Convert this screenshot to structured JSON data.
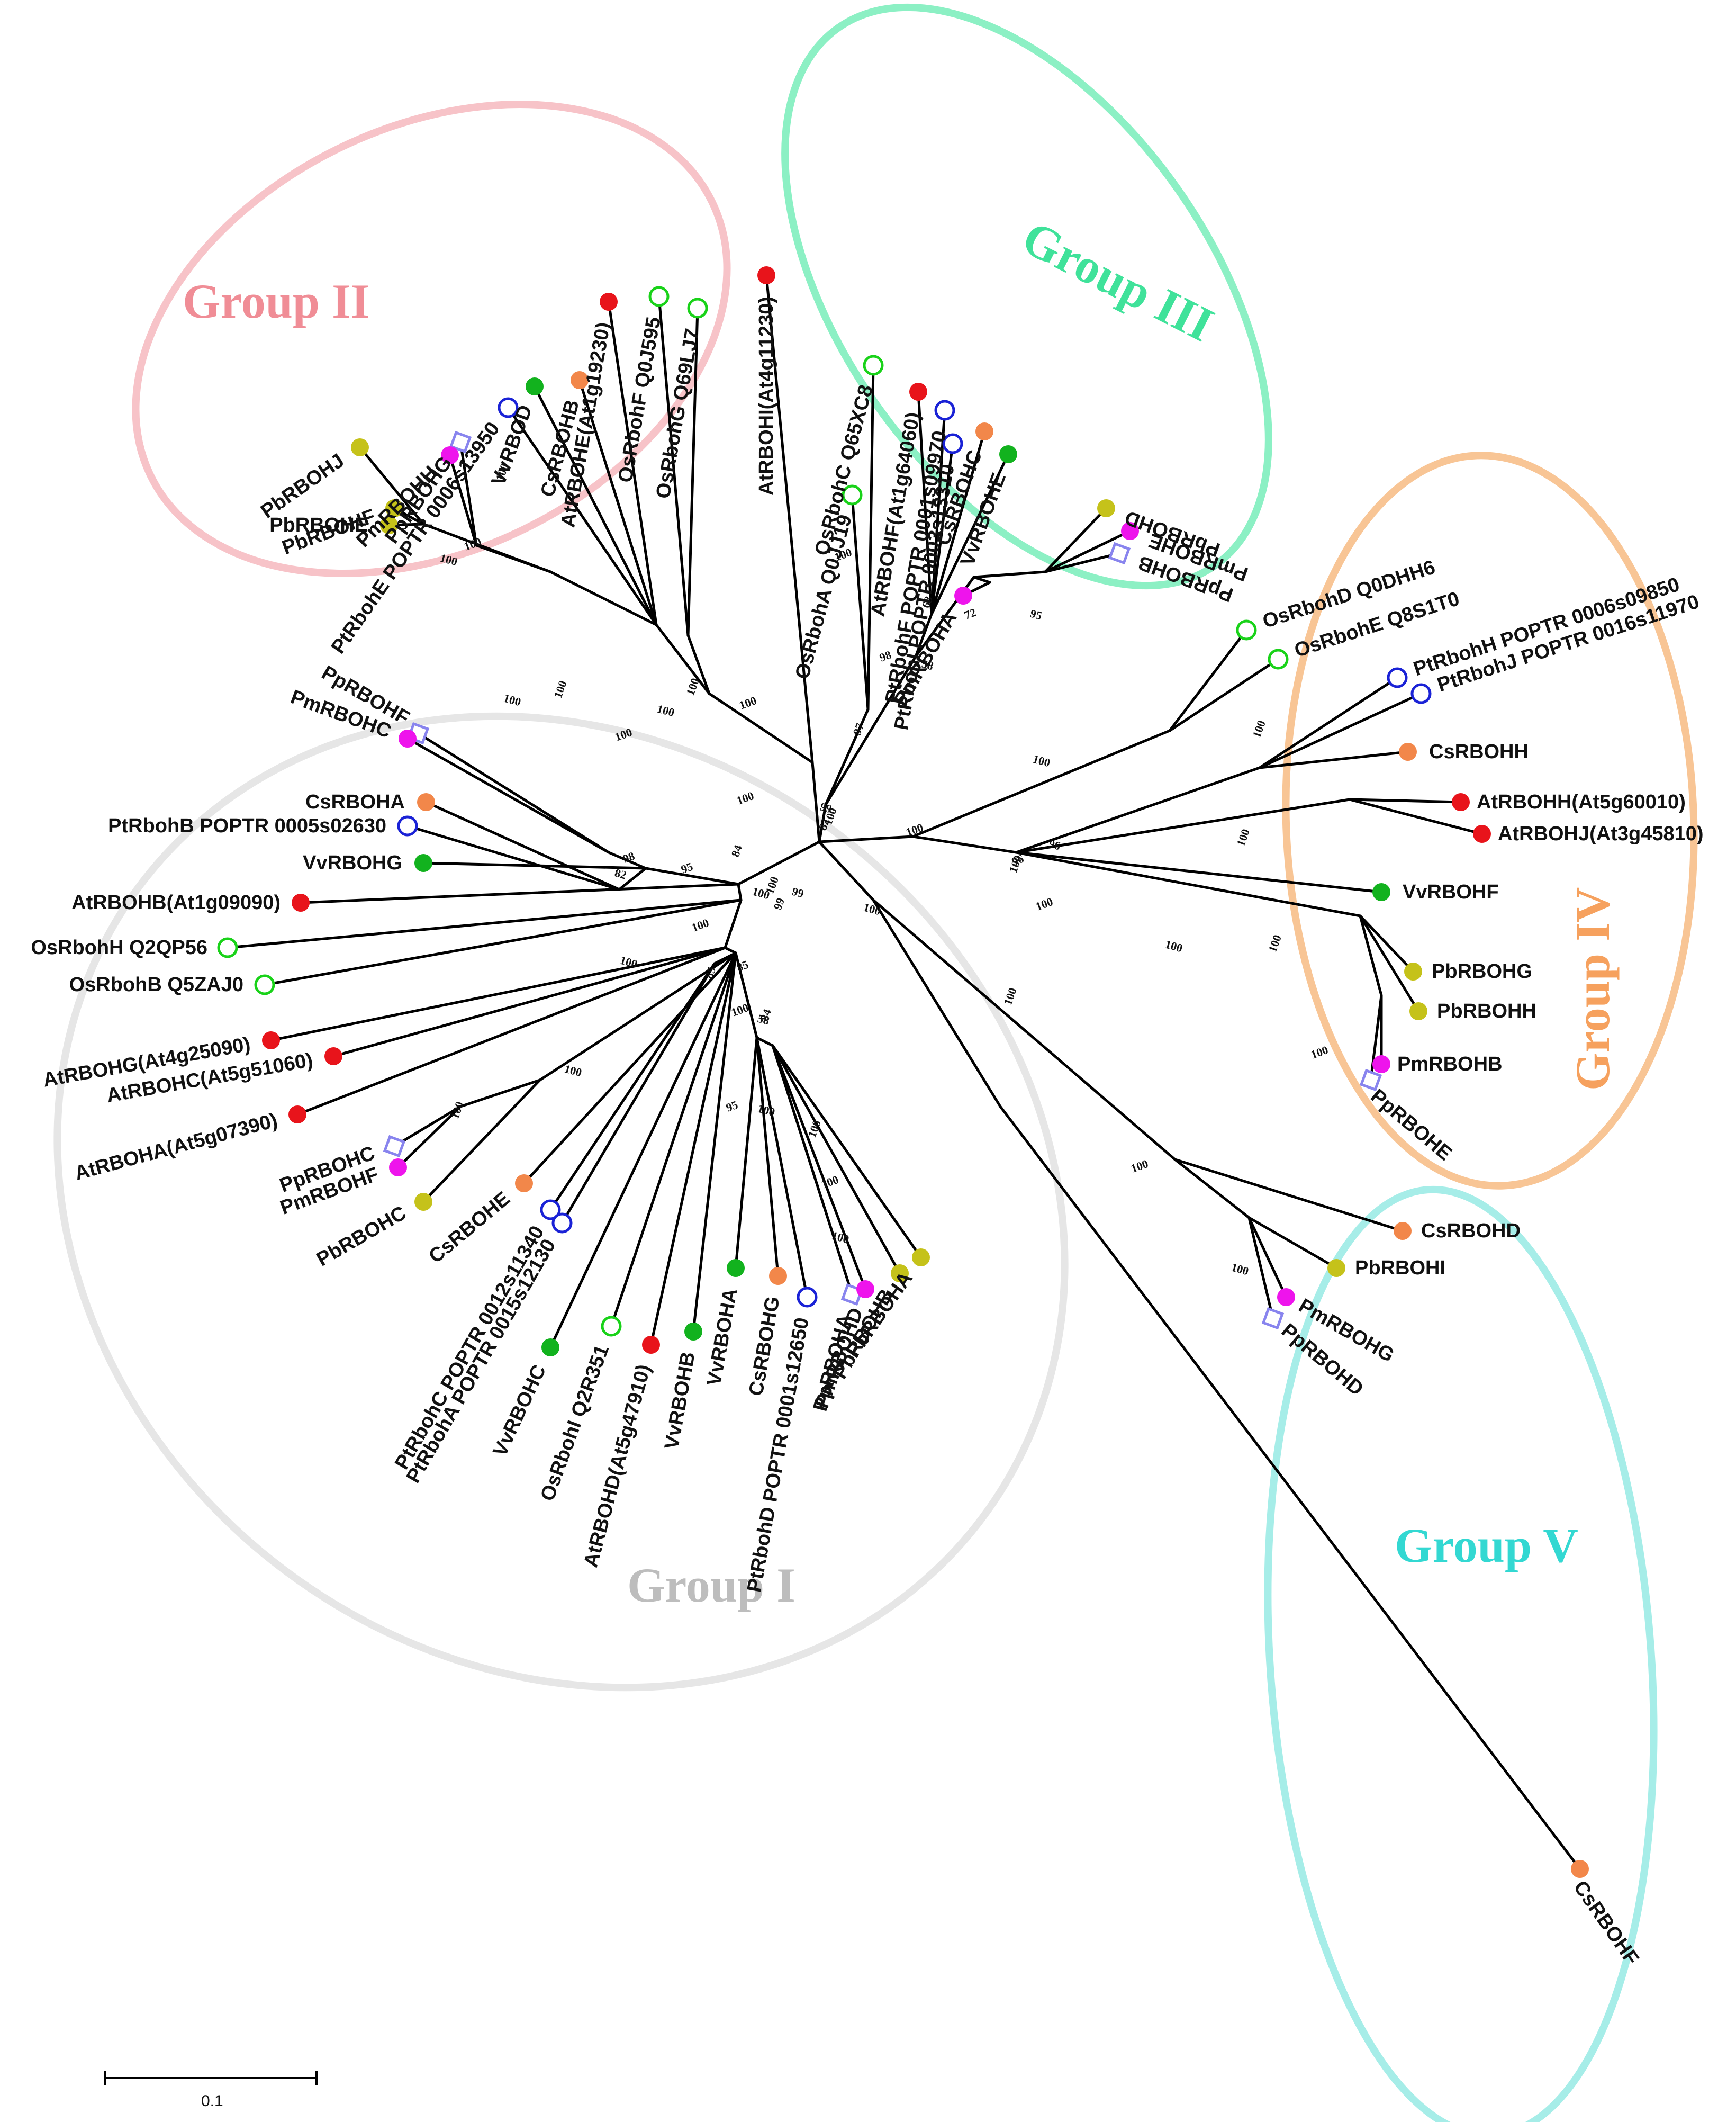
{
  "figure": {
    "scale_bar_label": "0.1"
  },
  "groups": [
    {
      "id": "I",
      "label": "Group I",
      "color": "#bdbdbd",
      "ellipse_color": "#e6e6e6"
    },
    {
      "id": "II",
      "label": "Group II",
      "color": "#f08d96",
      "ellipse_color": "#f7c3c8"
    },
    {
      "id": "III",
      "label": "Group III",
      "color": "#3fe29a",
      "ellipse_color": "#8cf0c4"
    },
    {
      "id": "IV",
      "label": "Group IV",
      "color": "#f6a15e",
      "ellipse_color": "#f8c595"
    },
    {
      "id": "V",
      "label": "Group V",
      "color": "#33d8d2",
      "ellipse_color": "#a6ede8"
    }
  ],
  "legend_markers": {
    "At": {
      "shape": "filled-circle",
      "color": "#e8141b"
    },
    "Os": {
      "shape": "open-circle",
      "color": "#19d219"
    },
    "Pt": {
      "shape": "open-circle",
      "color": "#1a22d6"
    },
    "Vv": {
      "shape": "filled-circle",
      "color": "#12b21e"
    },
    "Cs": {
      "shape": "filled-circle",
      "color": "#f2874a"
    },
    "Pb": {
      "shape": "filled-circle",
      "color": "#c5c21a"
    },
    "Pm": {
      "shape": "filled-circle",
      "color": "#ee14ec"
    },
    "Pp": {
      "shape": "open-square",
      "color": "#8884ee"
    }
  },
  "leaves": [
    {
      "label": "CsRBOHF",
      "species": "Cs",
      "group": "V"
    },
    {
      "label": "CsRBOHD",
      "species": "Cs",
      "group": "V"
    },
    {
      "label": "PbRBOHI",
      "species": "Pb",
      "group": "V"
    },
    {
      "label": "PmRBOHG",
      "species": "Pm",
      "group": "V"
    },
    {
      "label": "PpRBOHD",
      "species": "Pp",
      "group": "V"
    },
    {
      "label": "OsRbohD Q0DHH6",
      "species": "Os",
      "group": "IV"
    },
    {
      "label": "OsRbohE Q8S1T0",
      "species": "Os",
      "group": "IV"
    },
    {
      "label": "PtRbohH POPTR 0006s09850",
      "species": "Pt",
      "group": "IV"
    },
    {
      "label": "PtRbohJ POPTR 0016s11970",
      "species": "Pt",
      "group": "IV"
    },
    {
      "label": "CsRBOHH",
      "species": "Cs",
      "group": "IV"
    },
    {
      "label": "AtRBOHH(At5g60010)",
      "species": "At",
      "group": "IV"
    },
    {
      "label": "AtRBOHJ(At3g45810)",
      "species": "At",
      "group": "IV"
    },
    {
      "label": "VvRBOHF",
      "species": "Vv",
      "group": "IV"
    },
    {
      "label": "PbRBOHG",
      "species": "Pb",
      "group": "IV"
    },
    {
      "label": "PbRBOHH",
      "species": "Pb",
      "group": "IV"
    },
    {
      "label": "PmRBOHB",
      "species": "Pm",
      "group": "IV"
    },
    {
      "label": "PpRBOHE",
      "species": "Pp",
      "group": "IV"
    },
    {
      "label": "AtRBOHI(At4g11230)",
      "species": "At",
      "group": "III"
    },
    {
      "label": "OsRbohA Q0JJ19",
      "species": "Os",
      "group": "III"
    },
    {
      "label": "OsRbohC Q65XC8",
      "species": "Os",
      "group": "III"
    },
    {
      "label": "AtRBOHF(At1g64060)",
      "species": "At",
      "group": "III"
    },
    {
      "label": "PtRbohF POPTR 0001s09970",
      "species": "Pt",
      "group": "III"
    },
    {
      "label": "PtRbohI POPTR 0003s13310",
      "species": "Pt",
      "group": "III"
    },
    {
      "label": "CsRBOHC",
      "species": "Cs",
      "group": "III"
    },
    {
      "label": "VvRBOHE",
      "species": "Vv",
      "group": "III"
    },
    {
      "label": "PbRBOHD",
      "species": "Pb",
      "group": "III"
    },
    {
      "label": "PmRBOHE",
      "species": "Pm",
      "group": "III"
    },
    {
      "label": "PpRBOHB",
      "species": "Pp",
      "group": "III"
    },
    {
      "label": "PmRBOHA",
      "species": "Pm",
      "group": "III"
    },
    {
      "label": "OsRbohG Q69LJ7",
      "species": "Os",
      "group": "II"
    },
    {
      "label": "OsRbohF Q0J595",
      "species": "Os",
      "group": "II"
    },
    {
      "label": "AtRBOHE(At1g19230)",
      "species": "At",
      "group": "II"
    },
    {
      "label": "CsRBOHB",
      "species": "Cs",
      "group": "II"
    },
    {
      "label": "VvRBOD",
      "species": "Vv",
      "group": "II"
    },
    {
      "label": "PtRbohE POPTR 0006s13950",
      "species": "Pt",
      "group": "II"
    },
    {
      "label": "PpRBOHG",
      "species": "Pp",
      "group": "II"
    },
    {
      "label": "PmRBOHH",
      "species": "Pm",
      "group": "II"
    },
    {
      "label": "PbRBOHJ",
      "species": "Pb",
      "group": "II"
    },
    {
      "label": "PbRBOHF",
      "species": "Pb",
      "group": "II"
    },
    {
      "label": "PbRBOHE",
      "species": "Pb",
      "group": "II"
    },
    {
      "label": "PpRBOHF",
      "species": "Pp",
      "group": "I"
    },
    {
      "label": "PmRBOHC",
      "species": "Pm",
      "group": "I"
    },
    {
      "label": "CsRBOHA",
      "species": "Cs",
      "group": "I"
    },
    {
      "label": "PtRbohB POPTR 0005s02630",
      "species": "Pt",
      "group": "I"
    },
    {
      "label": "VvRBOHG",
      "species": "Vv",
      "group": "I"
    },
    {
      "label": "AtRBOHB(At1g09090)",
      "species": "At",
      "group": "I"
    },
    {
      "label": "OsRbohH Q2QP56",
      "species": "Os",
      "group": "I"
    },
    {
      "label": "OsRbohB Q5ZAJ0",
      "species": "Os",
      "group": "I"
    },
    {
      "label": "AtRBOHG(At4g25090)",
      "species": "At",
      "group": "I"
    },
    {
      "label": "AtRBOHC(At5g51060)",
      "species": "At",
      "group": "I"
    },
    {
      "label": "AtRBOHA(At5g07390)",
      "species": "At",
      "group": "I"
    },
    {
      "label": "PpRBOHC",
      "species": "Pp",
      "group": "I"
    },
    {
      "label": "PmRBOHF",
      "species": "Pm",
      "group": "I"
    },
    {
      "label": "PbRBOHC",
      "species": "Pb",
      "group": "I"
    },
    {
      "label": "CsRBOHE",
      "species": "Cs",
      "group": "I"
    },
    {
      "label": "PtRbohC POPTR 0012s11340",
      "species": "Pt",
      "group": "I"
    },
    {
      "label": "PtRbohA POPTR 0015s12130",
      "species": "Pt",
      "group": "I"
    },
    {
      "label": "VvRBOHC",
      "species": "Vv",
      "group": "I"
    },
    {
      "label": "OsRbohI Q2R351",
      "species": "Os",
      "group": "I"
    },
    {
      "label": "AtRBOHD(At5g47910)",
      "species": "At",
      "group": "I"
    },
    {
      "label": "VvRBOHB",
      "species": "Vv",
      "group": "I"
    },
    {
      "label": "VvRBOHA",
      "species": "Vv",
      "group": "I"
    },
    {
      "label": "CsRBOHG",
      "species": "Cs",
      "group": "I"
    },
    {
      "label": "PtRbohD POPTR 0001s12650",
      "species": "Pt",
      "group": "I"
    },
    {
      "label": "PpRBOHA",
      "species": "Pp",
      "group": "I"
    },
    {
      "label": "PmRBOHD",
      "species": "Pm",
      "group": "I"
    },
    {
      "label": "PbRBOHB",
      "species": "Pb",
      "group": "I"
    },
    {
      "label": "PbRBOHA",
      "species": "Pb",
      "group": "I"
    }
  ],
  "bootstrap_values": [
    "100",
    "100",
    "100",
    "100",
    "100",
    "100",
    "100",
    "100",
    "100",
    "100",
    "99",
    "97",
    "98",
    "58",
    "63",
    "72",
    "95",
    "82",
    "100",
    "100",
    "100",
    "96",
    "96",
    "100",
    "100",
    "100",
    "100",
    "100",
    "100",
    "100",
    "100",
    "100",
    "100",
    "98",
    "82",
    "84",
    "95",
    "100",
    "100",
    "100",
    "100",
    "85",
    "85",
    "58",
    "84",
    "100",
    "100",
    "100",
    "95",
    "100",
    "100",
    "100",
    "100",
    "99",
    "100",
    "99",
    "100"
  ]
}
